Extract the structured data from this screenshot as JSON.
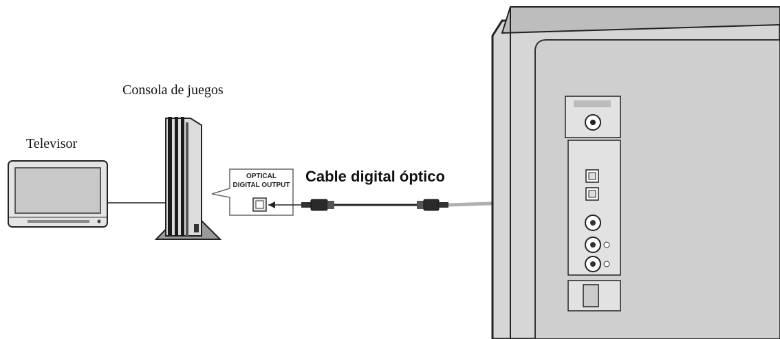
{
  "labels": {
    "tv": "Televisor",
    "console": "Consola de juegos",
    "cable": "Cable digital óptico",
    "port_line1": "OPTICAL",
    "port_line2": "DIGITAL OUTPUT"
  },
  "colors": {
    "line": "#222222",
    "device_fill": "#d6d6d6",
    "panel_fill": "#cfcfcf",
    "screen_fill": "#c8c8c8",
    "cable_highlight": "#b0b0b0"
  }
}
